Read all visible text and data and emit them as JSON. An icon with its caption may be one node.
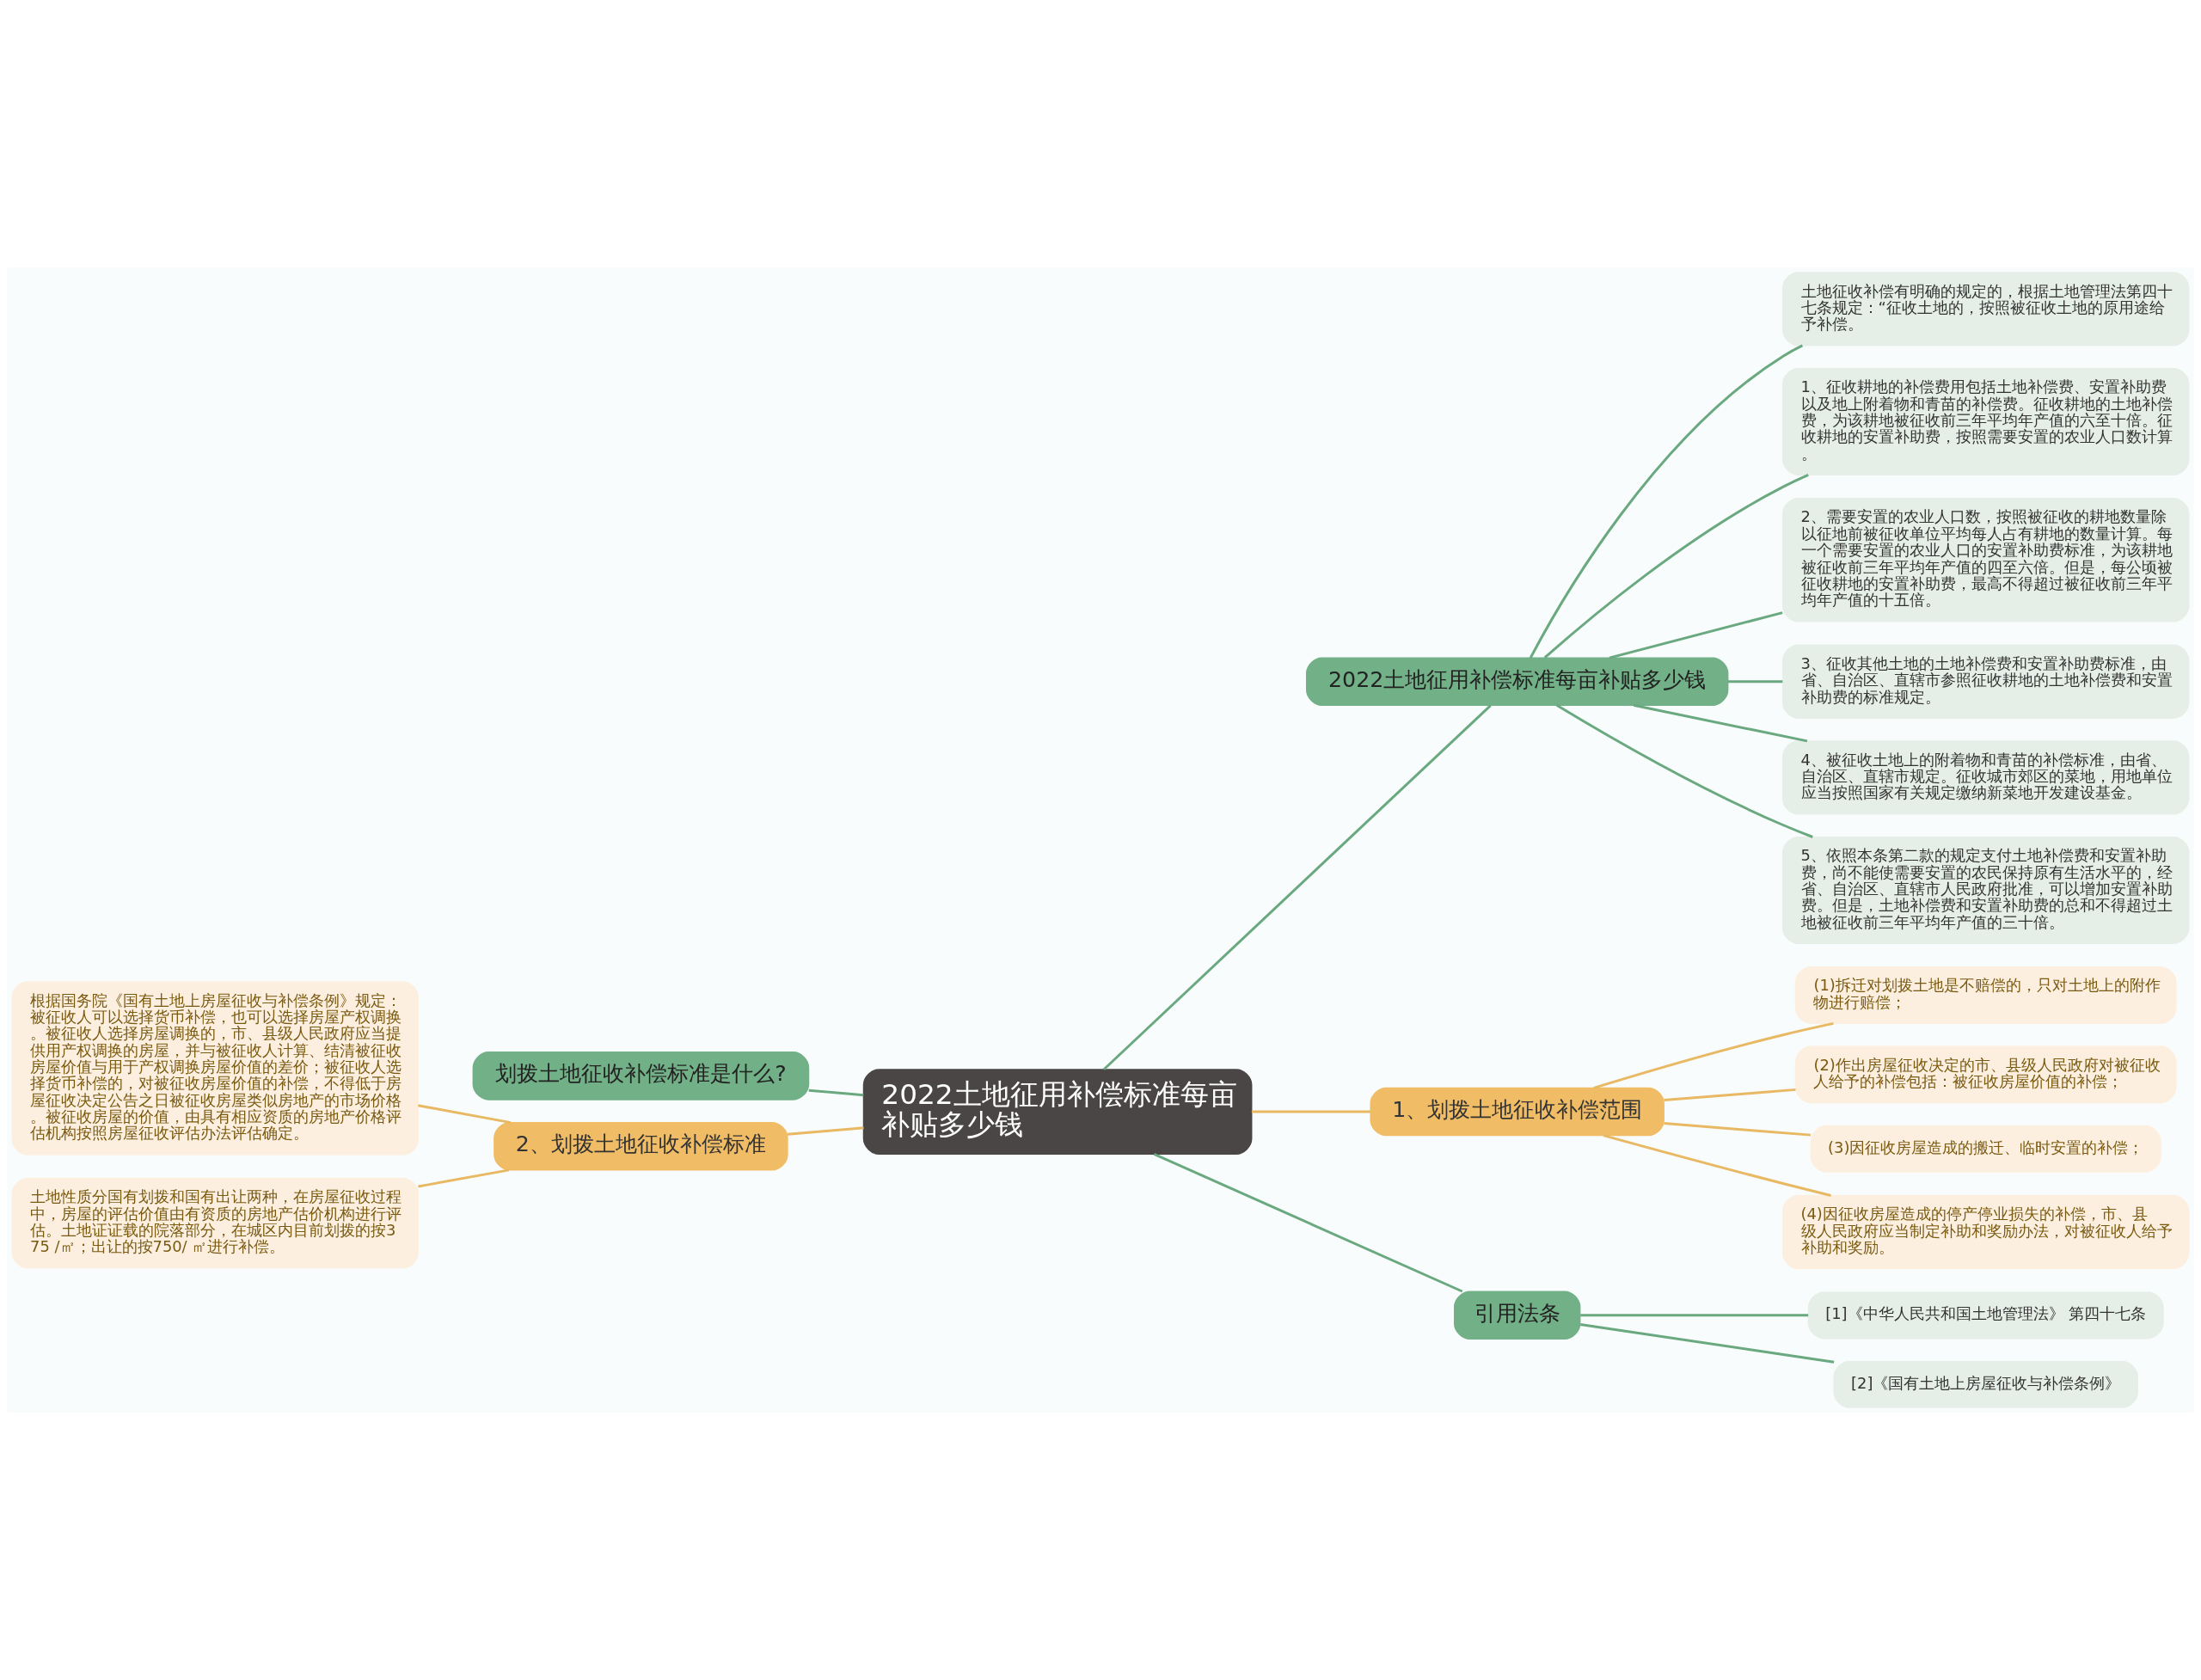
{
  "diagram": {
    "nodes": [
      {
        "text": [
          "2022土地征用补偿标准每亩补贴多少钱"
        ]
      },
      {
        "text": [
          "2022土地征用补偿标准每亩补贴多少钱"
        ]
      },
      {
        "text": [
          "土地征收补偿有明确的规定的，根据土地管理法第四十七条规定：“征收土地的，按照被征收土地的原用途给予补偿。"
        ]
      },
      {
        "text": [
          "1、征收耕地的补偿费用包括土地补偿费、安置补助费以及地上附着物和青苗的补偿费。征收耕地的土地补偿费，为该耕地被征收前三年平均年产值的六至十倍。征收耕地的安置补助费，按照需要安置的农业人口数计算。"
        ]
      },
      {
        "text": [
          "2、需要安置的农业人口数，按照被征收的耕地数量除以征地前被征收单位平均每人占有耕地的数量计算。每一个需要安置的农业人口的安置补助费标准，为该耕地被征收前三年平均年产值的四至六倍。但是，每公顷被征收耕地的安置补助费，最高不得超过被征收前三年平均年产值的十五倍。"
        ]
      },
      {
        "text": [
          "3、征收其他土地的土地补偿费和安置补助费标准，由省、自治区、直辖市参照征收耕地的土地补偿费和安置补助费的标准规定。"
        ]
      },
      {
        "text": [
          "4、被征收土地上的附着物和青苗的补偿标准，由省、自治区、直辖市规定。征收城市郊区的菜地，用地单位应当按照国家有关规定缴纳新菜地开发建设基金。"
        ]
      },
      {
        "text": [
          "5、依照本条第二款的规定支付土地补偿费和安置补助费，尚不能使需要安置的农民保持原有生活水平的，经省、自治区、直辖市人民政府批准，可以增加安置补助费。但是，土地补偿费和安置补助费的总和不得超过土地被征收前三年平均年产值的三十倍。"
        ]
      },
      {
        "text": [
          "划拨土地征收补偿标准是什么?"
        ]
      },
      {
        "text": [
          "2、划拨土地征收补偿标准"
        ]
      },
      {
        "text": [
          "根据国务院《国有土地上房屋征收与补偿条例》规定：被征收人可以选择货币补偿，也可以选择房屋产权调换。被征收人选择房屋调换的，市、县级人民政府应当提供用产权调换的房屋，并与被征收人计算、结清被征收房屋价值与用于产权调换房屋价值的差价；被征收人选择货币补偿的，对被征收房屋价值的补偿，不得低于房屋征收决定公告之日被征收房屋类似房地产的市场价格。被征收房屋的价值，由具有相应资质的房地产价格评估机构按照房屋征收评估办法评估确定。"
        ]
      },
      {
        "text": [
          "土地性质分国有划拨和国有出让两种，在房屋征收过程中，房屋的评估价值由有资质的房地产估价机构进行评估。土地证证载的院落部分，在城区内目前划拨的按375 /㎡；出让的按750/ ㎡进行补偿。"
        ]
      },
      {
        "text": [
          "1、划拨土地征收补偿范围"
        ]
      },
      {
        "text": [
          "(1)拆迁对划拨土地是不赔偿的，只对土地上的附作物进行赔偿；"
        ]
      },
      {
        "text": [
          "(2)作出房屋征收决定的市、县级人民政府对被征收人给予的补偿包括：被征收房屋价值的补偿；"
        ]
      },
      {
        "text": [
          "(3)因征收房屋造成的搬迁、临时安置的补偿；"
        ]
      },
      {
        "text": [
          "(4)因征收房屋造成的停产停业损失的补偿，市、县级人民政府应当制定补助和奖励办法，对被征收人给予补助和奖励。"
        ]
      },
      {
        "text": [
          "引用法条"
        ]
      },
      {
        "text": [
          "[1]《中华人民共和国土地管理法》 第四十七条"
        ]
      },
      {
        "text": [
          "[2]《国有土地上房屋征收与补偿条例》"
        ]
      }
    ],
    "edges": [
      {
        "from": 0,
        "to": 1,
        "arrow": "none"
      },
      {
        "from": 1,
        "to": 2,
        "arrow": "none"
      },
      {
        "from": 1,
        "to": 3,
        "arrow": "none"
      },
      {
        "from": 1,
        "to": 4,
        "arrow": "none"
      },
      {
        "from": 1,
        "to": 5,
        "arrow": "none"
      },
      {
        "from": 1,
        "to": 6,
        "arrow": "none"
      },
      {
        "from": 1,
        "to": 7,
        "arrow": "none"
      },
      {
        "from": 0,
        "to": 8,
        "arrow": "none"
      },
      {
        "from": 0,
        "to": 9,
        "arrow": "none",
        "color": "#e8b862"
      },
      {
        "from": 9,
        "to": 10,
        "arrow": "none",
        "color": "#e8b862"
      },
      {
        "from": 9,
        "to": 11,
        "arrow": "none",
        "color": "#e8b862"
      },
      {
        "from": 0,
        "to": 12,
        "arrow": "none",
        "color": "#e8b862"
      },
      {
        "from": 12,
        "to": 13,
        "arrow": "none",
        "color": "#e8b862"
      },
      {
        "from": 12,
        "to": 14,
        "arrow": "none",
        "color": "#e8b862"
      },
      {
        "from": 12,
        "to": 15,
        "arrow": "none",
        "color": "#e8b862"
      },
      {
        "from": 12,
        "to": 16,
        "arrow": "none",
        "color": "#e8b862"
      },
      {
        "from": 0,
        "to": 17,
        "arrow": "none"
      },
      {
        "from": 17,
        "to": 18,
        "arrow": "none"
      },
      {
        "from": 17,
        "to": 19,
        "arrow": "none"
      }
    ]
  }
}
